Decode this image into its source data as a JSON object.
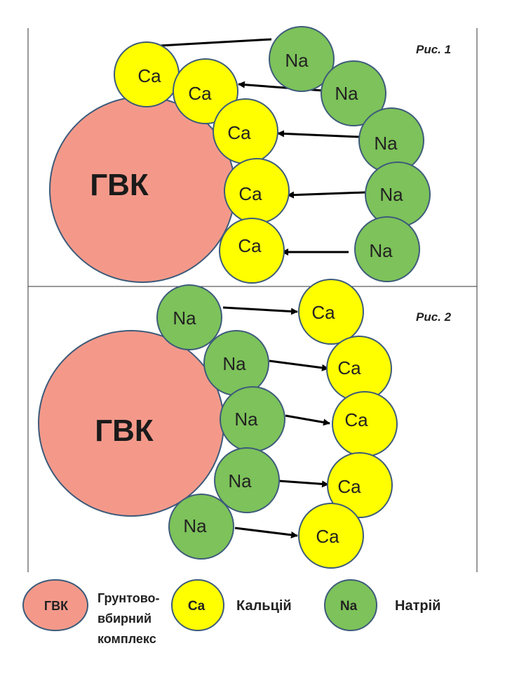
{
  "figure1": {
    "label": "Рис. 1",
    "core_label": "ГВК",
    "ca_items": [
      "Ca",
      "Ca",
      "Ca",
      "Ca",
      "Ca"
    ],
    "na_items": [
      "Na",
      "Na",
      "Na",
      "Na",
      "Na"
    ],
    "arrow_direction": "Na → Ca"
  },
  "figure2": {
    "label": "Рис. 2",
    "core_label": "ГВК",
    "na_items": [
      "Na",
      "Na",
      "Na",
      "Na",
      "Na"
    ],
    "ca_items": [
      "Ca",
      "Ca",
      "Ca",
      "Ca",
      "Ca"
    ],
    "arrow_direction": "Na → Ca"
  },
  "legend": {
    "core": {
      "symbol": "ГВК",
      "description": "Грунтово-вбирний комплекс",
      "lines": [
        "Грунтово-",
        "вбирний",
        "комплекс"
      ]
    },
    "calcium": {
      "symbol": "Ca",
      "description": "Кальцій"
    },
    "sodium": {
      "symbol": "Na",
      "description": "Натрій"
    }
  },
  "colors": {
    "core_fill": "#F4998A",
    "calcium_fill": "#FFFF00",
    "sodium_fill": "#7DC25A",
    "circle_stroke": "#3D5B7A",
    "arrow": "#000000",
    "frame": "#333333"
  }
}
